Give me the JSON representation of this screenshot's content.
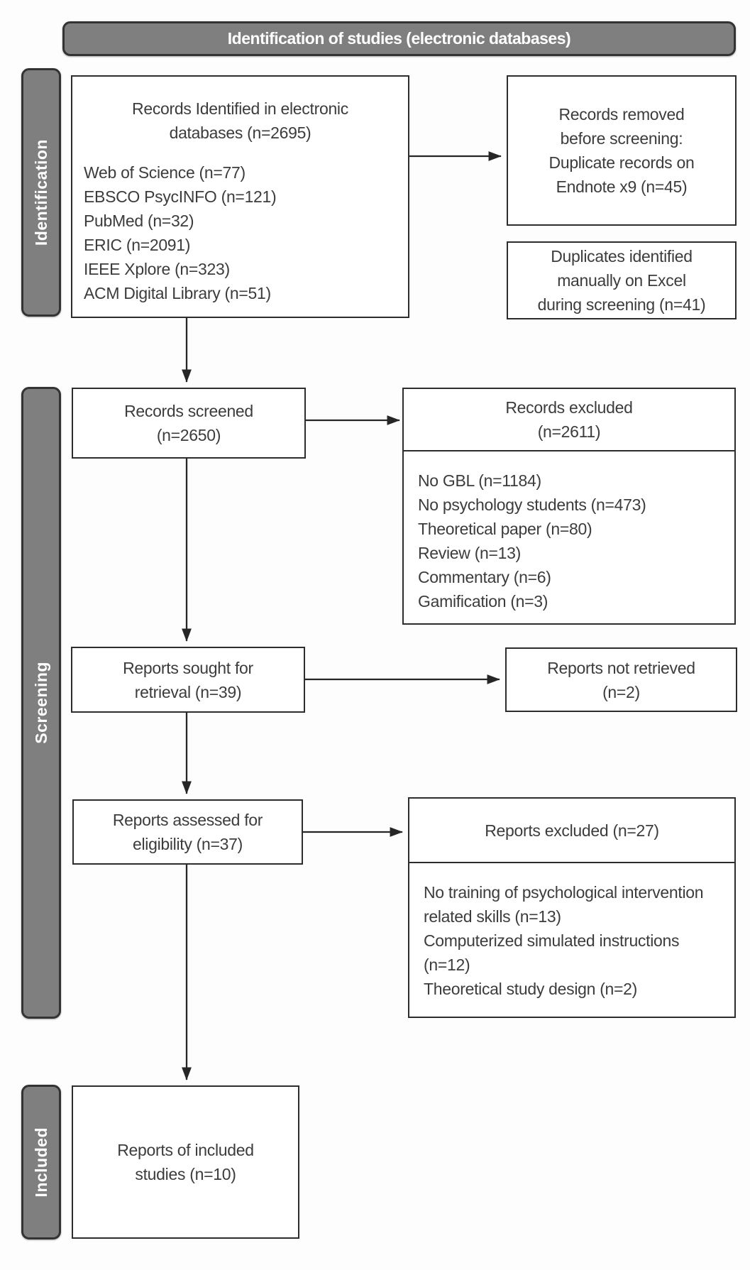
{
  "header": {
    "title": "Identification of studies (electronic databases)"
  },
  "sidebar": {
    "identification_label": "Identification",
    "screening_label": "Screening",
    "included_label": "Included"
  },
  "boxes": {
    "records_identified": {
      "title": "Records Identified in electronic\ndatabases (n=2695)",
      "items": [
        "Web of Science (n=77)",
        "EBSCO PsycINFO (n=121)",
        "PubMed (n=32)",
        "ERIC (n=2091)",
        "IEEE Xplore (n=323)",
        "ACM Digital Library (n=51)"
      ]
    },
    "records_removed": {
      "text": "Records removed\nbefore screening:\nDuplicate records on\nEndnote x9 (n=45)"
    },
    "duplicates_manual": {
      "text": "Duplicates identified\nmanually on Excel\nduring screening (n=41)"
    },
    "records_screened": {
      "text": "Records screened\n(n=2650)"
    },
    "records_excluded": {
      "title": "Records excluded\n(n=2611)",
      "items": [
        "No GBL (n=1184)",
        "No psychology students (n=473)",
        "Theoretical paper (n=80)",
        "Review (n=13)",
        "Commentary (n=6)",
        "Gamification (n=3)"
      ]
    },
    "reports_sought": {
      "text": "Reports sought for\nretrieval (n=39)"
    },
    "reports_not_retrieved": {
      "text": "Reports not retrieved\n(n=2)"
    },
    "reports_assessed": {
      "text": "Reports assessed for\neligibility (n=37)"
    },
    "reports_excluded": {
      "title": "Reports excluded (n=27)",
      "items": [
        "No training of psychological intervention related skills (n=13)",
        "Computerized simulated instructions (n=12)",
        "Theoretical study design (n=2)"
      ]
    },
    "reports_included": {
      "text": "Reports of included\nstudies (n=10)"
    }
  },
  "colors": {
    "bar_fill": "#7f7f7f",
    "bar_border": "#333333",
    "bar_text": "#ffffff",
    "box_bg": "#ffffff",
    "box_border": "#2d2d2d",
    "text": "#3c3c3c",
    "arrow": "#262626",
    "background": "#fdfdfd"
  }
}
